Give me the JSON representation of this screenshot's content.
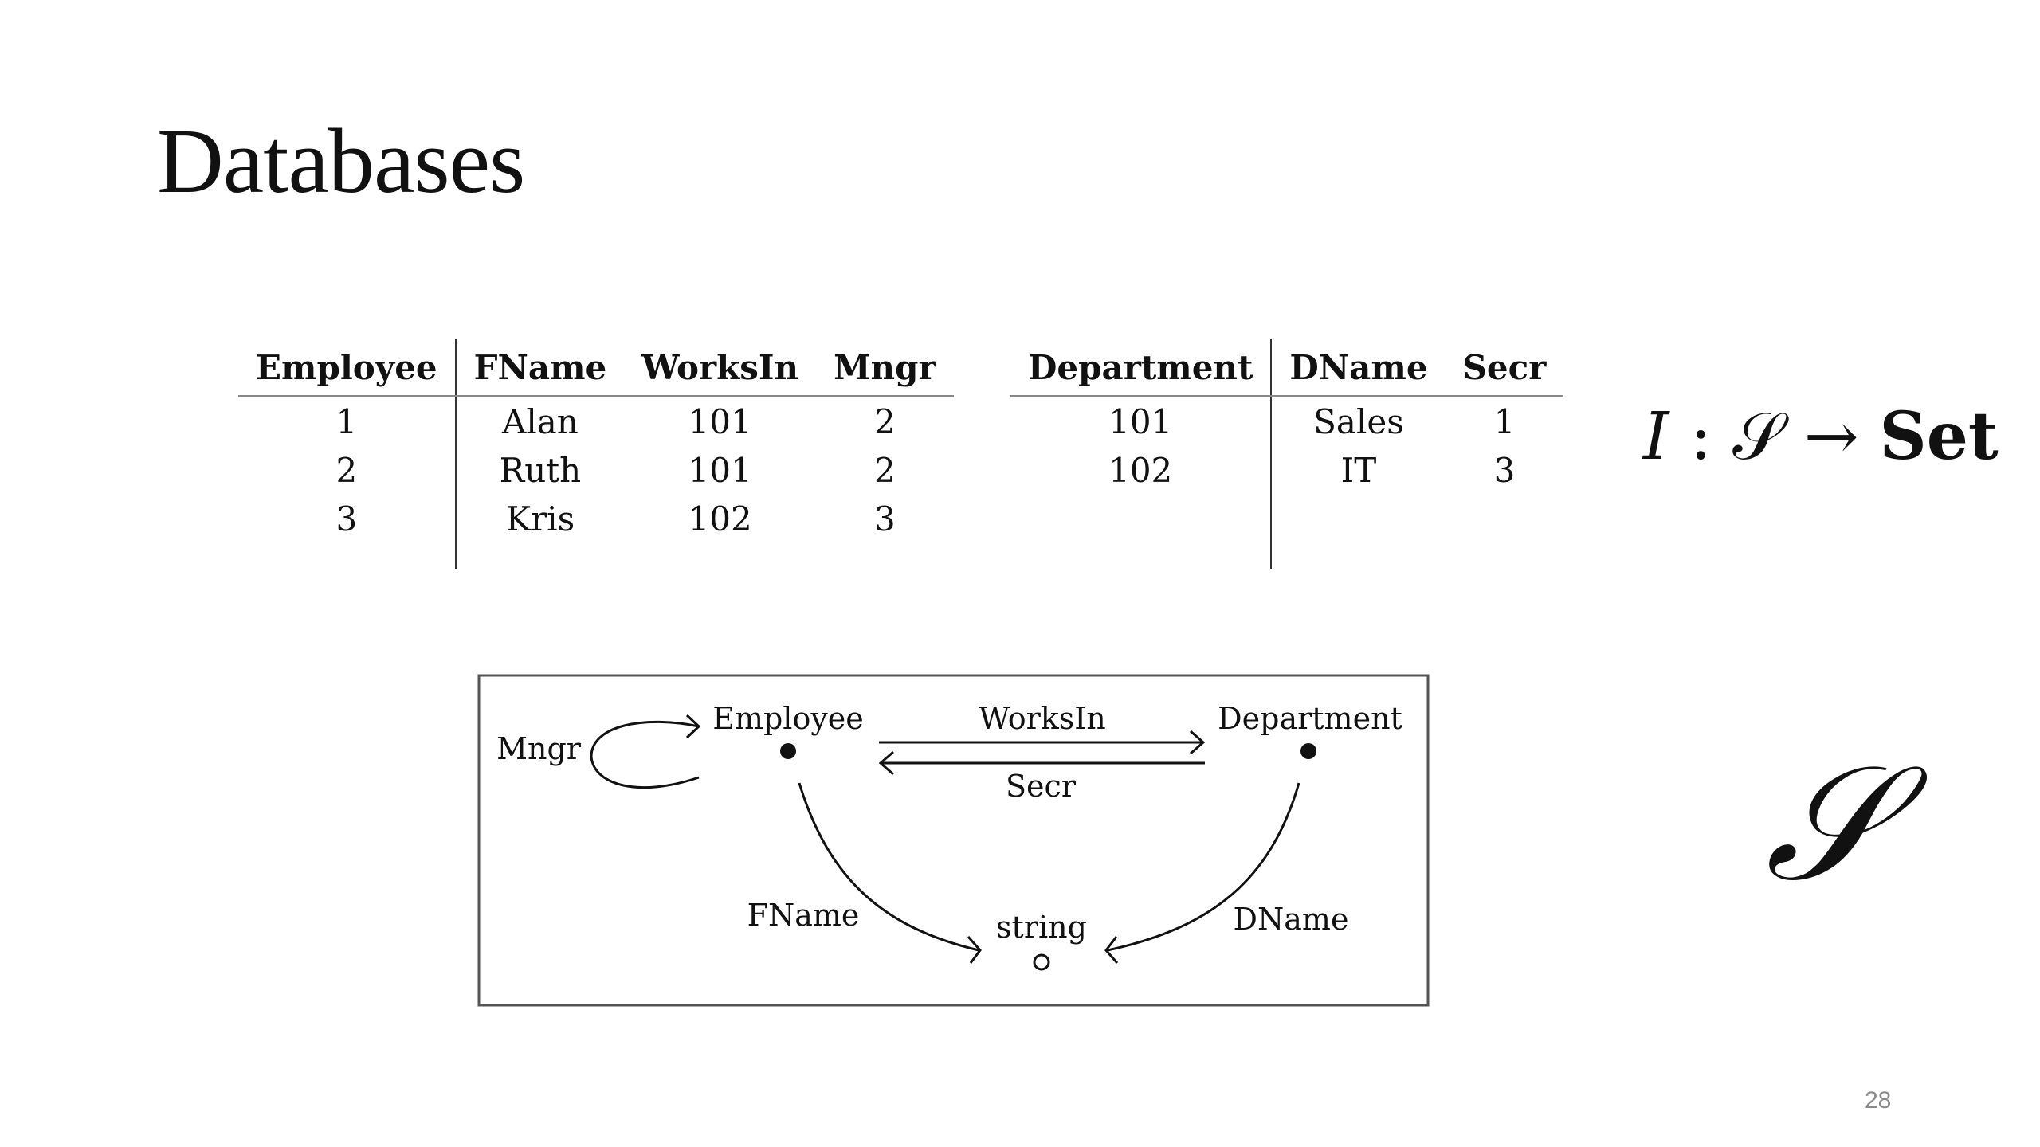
{
  "slide": {
    "title": "Databases",
    "page_number": "28"
  },
  "employee_table": {
    "headers": [
      "Employee",
      "FName",
      "WorksIn",
      "Mngr"
    ],
    "rows": [
      [
        "1",
        "Alan",
        "101",
        "2"
      ],
      [
        "2",
        "Ruth",
        "101",
        "2"
      ],
      [
        "3",
        "Kris",
        "102",
        "3"
      ]
    ]
  },
  "department_table": {
    "headers": [
      "Department",
      "DName",
      "Secr"
    ],
    "rows": [
      [
        "101",
        "Sales",
        "1"
      ],
      [
        "102",
        "IT",
        "3"
      ]
    ]
  },
  "instance_mapping": {
    "instance": "I",
    "colon": ":",
    "schema": "𝒮",
    "arrow": "→",
    "target": "Set"
  },
  "schema_symbol": "𝒮",
  "schema_diagram": {
    "nodes": {
      "employee": "Employee",
      "department": "Department",
      "string": "string"
    },
    "edges": {
      "mngr": "Mngr",
      "works_in": "WorksIn",
      "secr": "Secr",
      "fname": "FName",
      "dname": "DName"
    }
  }
}
